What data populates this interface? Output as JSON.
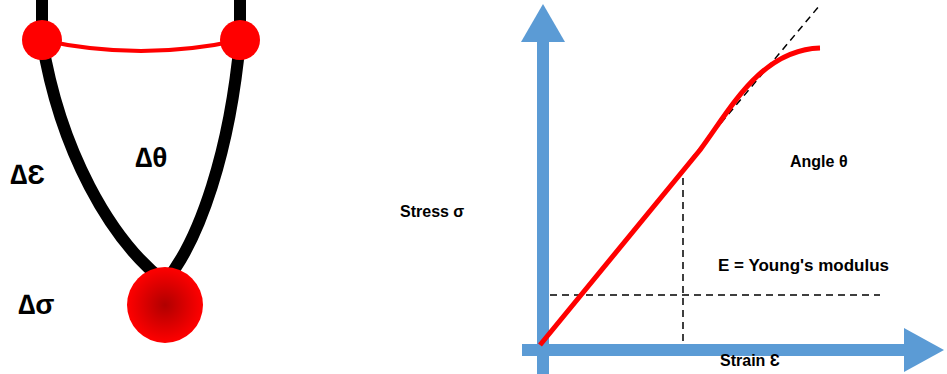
{
  "diagram": {
    "labels": [
      "∆Ɛ",
      "∆θ",
      "∆σ",
      "Stress σ",
      "Angle θ",
      "E = Young's modulus",
      "Strain Ɛ"
    ]
  }
}
